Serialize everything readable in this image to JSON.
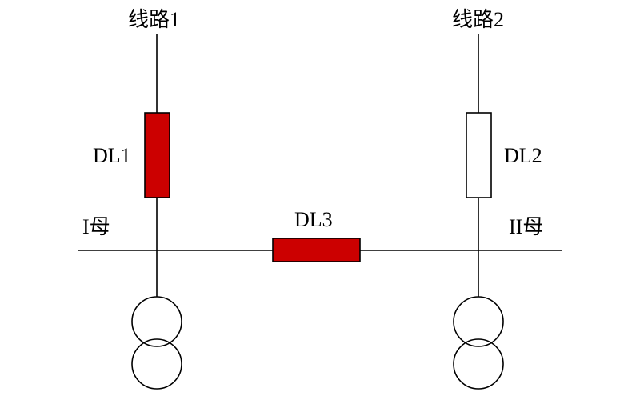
{
  "diagram": {
    "kind": "power-system-single-line-diagram",
    "labels": {
      "line1": "线路1",
      "line2": "线路2",
      "breaker1": "DL1",
      "breaker2": "DL2",
      "breaker3": "DL3",
      "bus1": "I母",
      "bus2": "II母"
    },
    "colors": {
      "dl1_fill": "#cc0000",
      "dl2_fill": "#ffffff",
      "dl3_fill": "#cc0000",
      "stroke": "#000000",
      "background": "#ffffff"
    }
  }
}
